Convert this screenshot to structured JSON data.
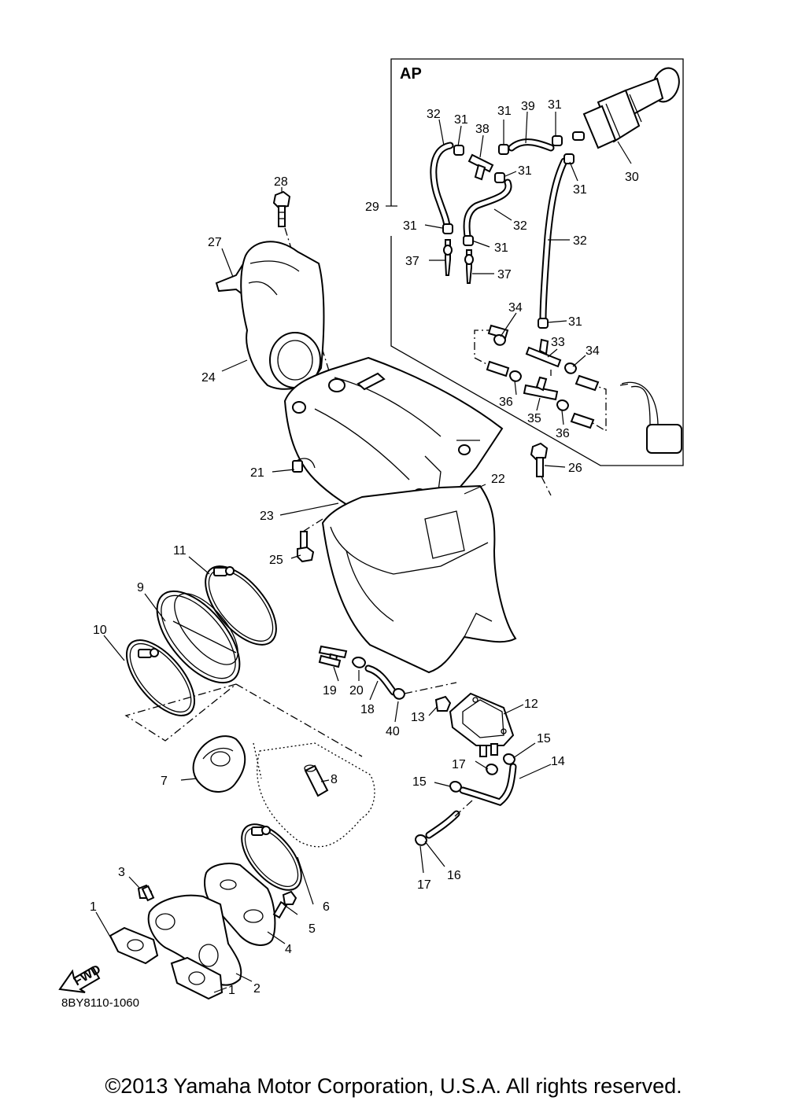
{
  "inset": {
    "label": "AP"
  },
  "diagram_code": "8BY8110-1060",
  "fwd_label": "FWD",
  "copyright": "©2013 Yamaha Motor Corporation, U.S.A. All rights reserved.",
  "callouts": {
    "c1a": "1",
    "c1b": "1",
    "c2": "2",
    "c3": "3",
    "c4": "4",
    "c5": "5",
    "c6": "6",
    "c7": "7",
    "c8": "8",
    "c9": "9",
    "c10": "10",
    "c11": "11",
    "c12": "12",
    "c13": "13",
    "c14": "14",
    "c15a": "15",
    "c15b": "15",
    "c16": "16",
    "c17a": "17",
    "c17b": "17",
    "c18": "18",
    "c19": "19",
    "c20": "20",
    "c21": "21",
    "c22": "22",
    "c23": "23",
    "c24": "24",
    "c25": "25",
    "c26": "26",
    "c27": "27",
    "c28": "28",
    "c29": "29",
    "c30": "30",
    "c31a": "31",
    "c31b": "31",
    "c31c": "31",
    "c31d": "31",
    "c31e": "31",
    "c31f": "31",
    "c31g": "31",
    "c31h": "31",
    "c32a": "32",
    "c32b": "32",
    "c32c": "32",
    "c33": "33",
    "c34a": "34",
    "c34b": "34",
    "c35": "35",
    "c36a": "36",
    "c36b": "36",
    "c37a": "37",
    "c37b": "37",
    "c38": "38",
    "c39": "39",
    "c40": "40"
  }
}
